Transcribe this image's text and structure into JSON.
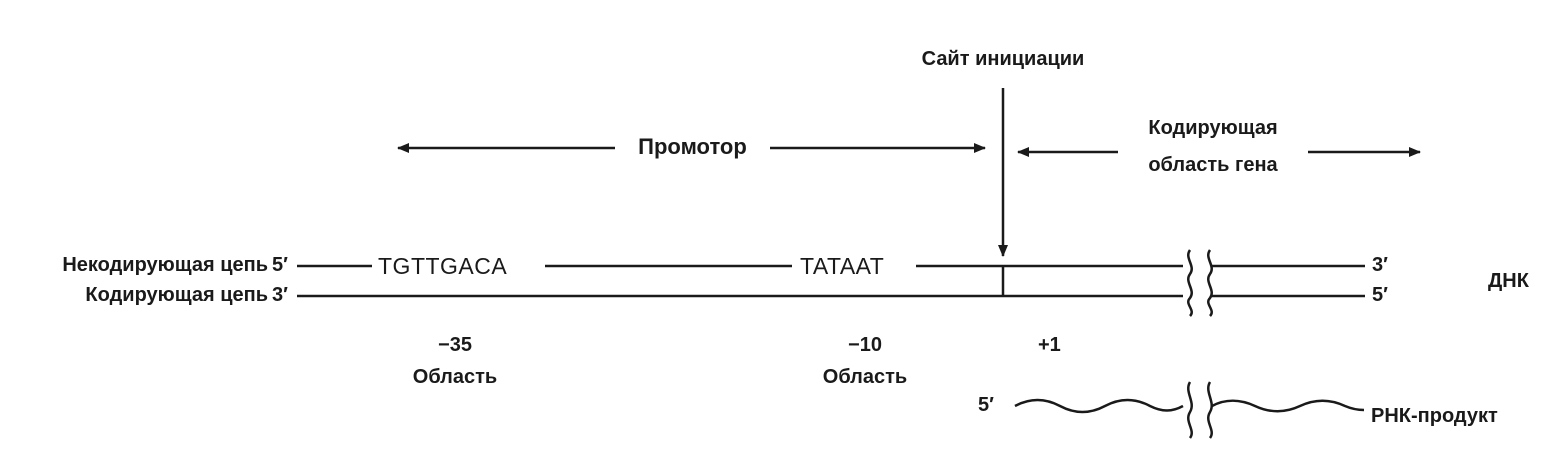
{
  "labels": {
    "initiation_site": "Сайт инициации",
    "promoter": "Промотор",
    "coding_region_line1": "Кодирующая",
    "coding_region_line2": "область гена",
    "noncoding_strand": "Некодирующая цепь",
    "coding_strand": "Кодирующая цепь",
    "dna": "ДНК",
    "rna_product": "РНК-продукт"
  },
  "ends": {
    "noncoding_left": "5′",
    "coding_left": "3′",
    "noncoding_right": "3′",
    "coding_right": "5′",
    "rna_left": "5′"
  },
  "sequences": {
    "minus35_box": "TGTTGACA",
    "minus10_box": "TATAAT"
  },
  "regions": {
    "minus35_number": "−35",
    "minus35_label": "Область",
    "minus10_number": "−10",
    "minus10_label": "Область",
    "plus1": "+1"
  },
  "colors": {
    "ink": "#1a1a1a",
    "background": "#ffffff"
  }
}
